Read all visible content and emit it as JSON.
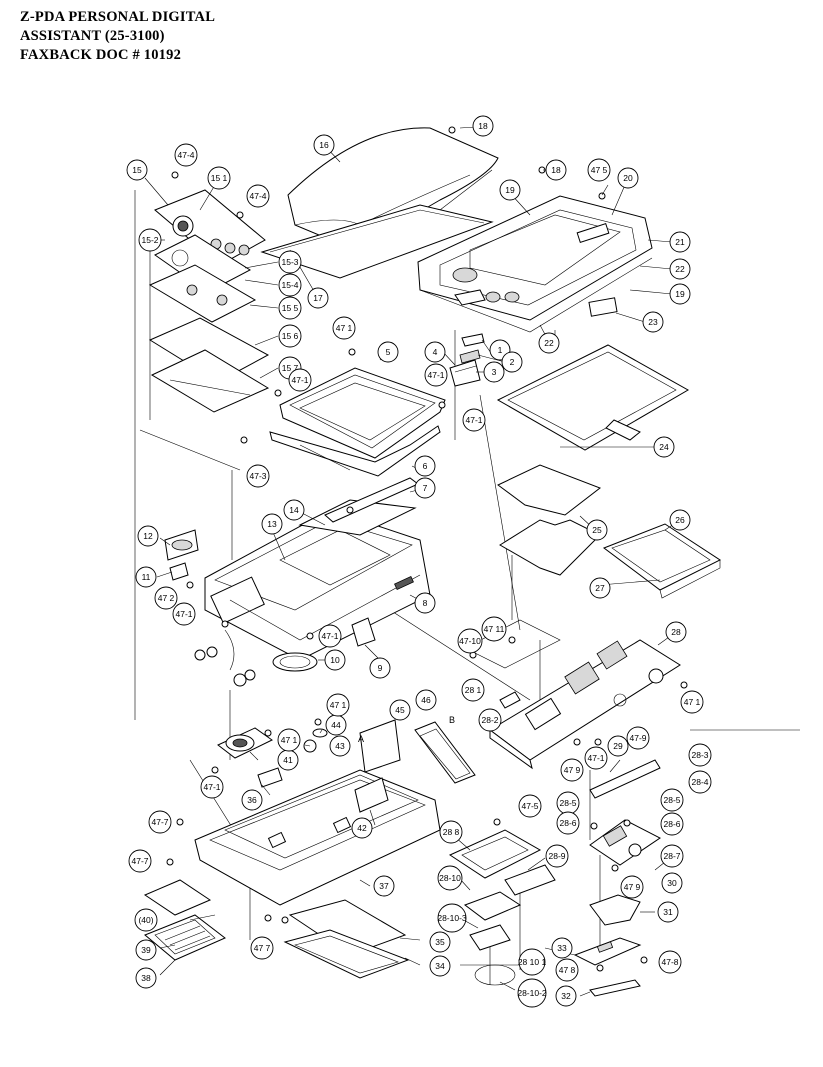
{
  "header": {
    "line1": "Z-PDA PERSONAL DIGITAL",
    "line2": "ASSISTANT  (25-3100)",
    "line3": "FAXBACK DOC # 10192"
  },
  "callouts": {
    "c1": "1",
    "c2": "2",
    "c3": "3",
    "c4": "4",
    "c5": "5",
    "c6": "6",
    "c7": "7",
    "c8": "8",
    "c9": "9",
    "c10": "10",
    "c11": "11",
    "c12": "12",
    "c13": "13",
    "c14": "14",
    "c15": "15",
    "c15_1": "15 1",
    "c15_2": "15-2",
    "c15_3": "15-3",
    "c15_4": "15-4",
    "c15_5": "15 5",
    "c15_6": "15 6",
    "c15_7": "15 7",
    "c16": "16",
    "c17": "17",
    "c18a": "18",
    "c18b": "18",
    "c19a": "19",
    "c19b": "19",
    "c20": "20",
    "c21": "21",
    "c22a": "22",
    "c22b": "22",
    "c23": "23",
    "c24": "24",
    "c25": "25",
    "c26": "26",
    "c27": "27",
    "c28": "28",
    "c28_1": "28 1",
    "c28_2": "28-2",
    "c28_3": "28-3",
    "c28_4": "28-4",
    "c28_5a": "28-5",
    "c28_5b": "28-5",
    "c28_6a": "28-6",
    "c28_6b": "28-6",
    "c28_7": "28-7",
    "c28_8": "28 8",
    "c28_9": "28-9",
    "c28_10": "28-10",
    "c28_10_1": "28 10 1",
    "c28_10_2": "28-10-2",
    "c28_10_3": "28-10-3",
    "c29": "29",
    "c30": "30",
    "c31": "31",
    "c32": "32",
    "c33": "33",
    "c34": "34",
    "c35": "35",
    "c36": "36",
    "c37": "37",
    "c38": "38",
    "c39": "39",
    "c40": "(40)",
    "c41": "41",
    "c42": "42",
    "c43": "43",
    "c44": "44",
    "c45": "45",
    "c46": "46",
    "c47_1a": "47 1",
    "c47_1b": "47-1",
    "c47_1c": "47-1",
    "c47_1d": "47-1",
    "c47_1e": "47-1",
    "c47_1f": "47-1",
    "c47_1g": "47 1",
    "c47_1h": "47 1",
    "c47_1i": "47 1",
    "c47_1j": "47-1",
    "c47_1k": "47-1",
    "c47_2": "47 2",
    "c47_3": "47-3",
    "c47_4a": "47-4",
    "c47_4b": "47-4",
    "c47_5a": "47 5",
    "c47_5b": "47-5",
    "c47_7a": "47-7",
    "c47_7b": "47-7",
    "c47_7c": "47 7",
    "c47_8a": "47-8",
    "c47_8b": "47 8",
    "c47_9a": "47 9",
    "c47_9b": "47-9",
    "c47_9c": "47 9",
    "c47_10": "47-10",
    "c47_11": "47 11"
  },
  "letter_marks": {
    "a": "A",
    "b": "B"
  }
}
